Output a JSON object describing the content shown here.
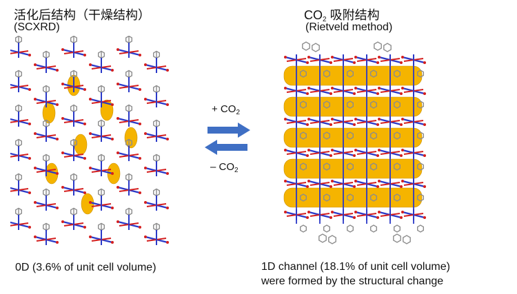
{
  "left": {
    "title": "活化后结构（干燥结构）",
    "subtitle": "(SCXRD)",
    "caption": "0D (3.6% of unit cell volume)"
  },
  "right": {
    "title_prefix": "CO",
    "title_sub": "2",
    "title_suffix": " 吸附结构",
    "subtitle": "(Rietveld method)",
    "caption_line1": "1D channel (18.1% of unit cell volume)",
    "caption_line2": "were formed by the structural change"
  },
  "arrows": {
    "forward_prefix": "+ CO",
    "forward_sub": "2",
    "reverse_prefix": "– CO",
    "reverse_sub": "2"
  },
  "colors": {
    "void": "#f5b400",
    "arrow": "#3f6fc4",
    "bond_gray": "#8c8c8c",
    "nitrogen_blue": "#2a39c8",
    "oxygen_red": "#d41f1f"
  }
}
